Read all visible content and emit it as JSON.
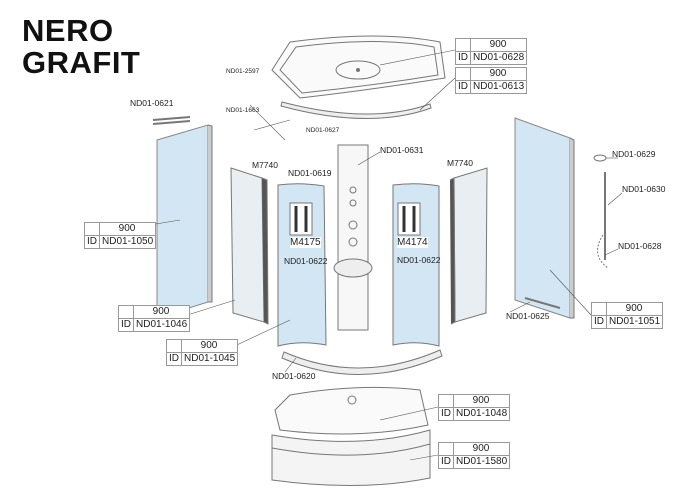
{
  "title": {
    "line1": "NERO",
    "line2": "GRAFIT"
  },
  "part_tables": [
    {
      "size": "900",
      "id_label": "ID",
      "id": "ND01-0628"
    },
    {
      "size": "900",
      "id_label": "ID",
      "id": "ND01-0613"
    },
    {
      "size": "900",
      "id_label": "ID",
      "id": "ND01-1050"
    },
    {
      "size": "900",
      "id_label": "ID",
      "id": "ND01-1046"
    },
    {
      "size": "900",
      "id_label": "ID",
      "id": "ND01-1045"
    },
    {
      "size": "900",
      "id_label": "ID",
      "id": "ND01-1051"
    },
    {
      "size": "900",
      "id_label": "ID",
      "id": "ND01-1048"
    },
    {
      "size": "900",
      "id_label": "ID",
      "id": "ND01-1580"
    }
  ],
  "callouts": {
    "c2597": "ND01-2597",
    "c1663": "ND01-1663",
    "c0627": "ND01-0627",
    "c0621": "ND01-0621",
    "c0631": "ND01-0631",
    "m7740_left": "M7740",
    "c0619": "ND01-0619",
    "m7740_right": "M7740",
    "m4175": "M4175",
    "m4174": "M4174",
    "c0622_left": "ND01-0622",
    "c0622_right": "ND01-0622",
    "c0629": "ND01-0629",
    "c0630": "ND01-0630",
    "c0628": "ND01-0628",
    "c0625": "ND01-0625",
    "c0620": "ND01-0620"
  },
  "colors": {
    "glass": "#d3e6f3",
    "frame": "#8a8a8a"
  }
}
